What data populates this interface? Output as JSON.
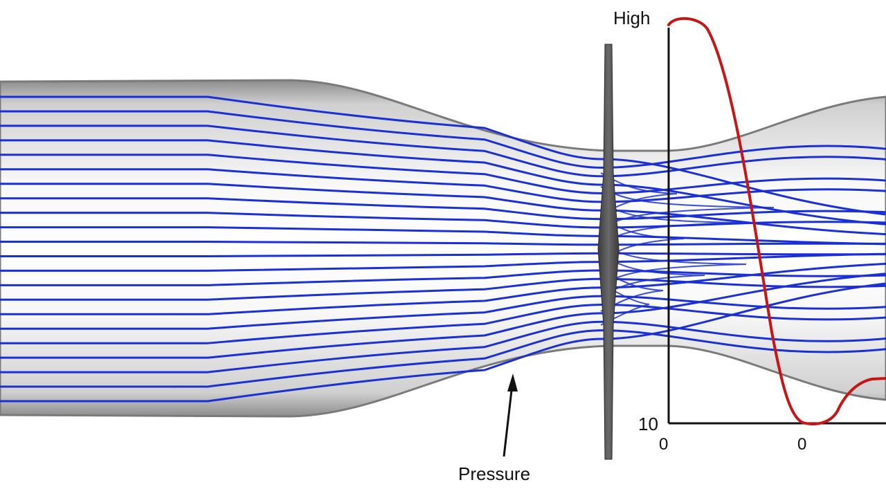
{
  "labels": {
    "axis_top": "High",
    "axis_bottom": "10",
    "tick_left": "0",
    "tick_mid": "0",
    "pressure": "Pressure"
  },
  "colors": {
    "streamline": "#1a2fd6",
    "pressure_curve": "#c81414",
    "tube_edge": "#7a7a7a",
    "tube_fill": "#eeeeee",
    "plate": "#4d4d4d",
    "axis": "#111111"
  }
}
